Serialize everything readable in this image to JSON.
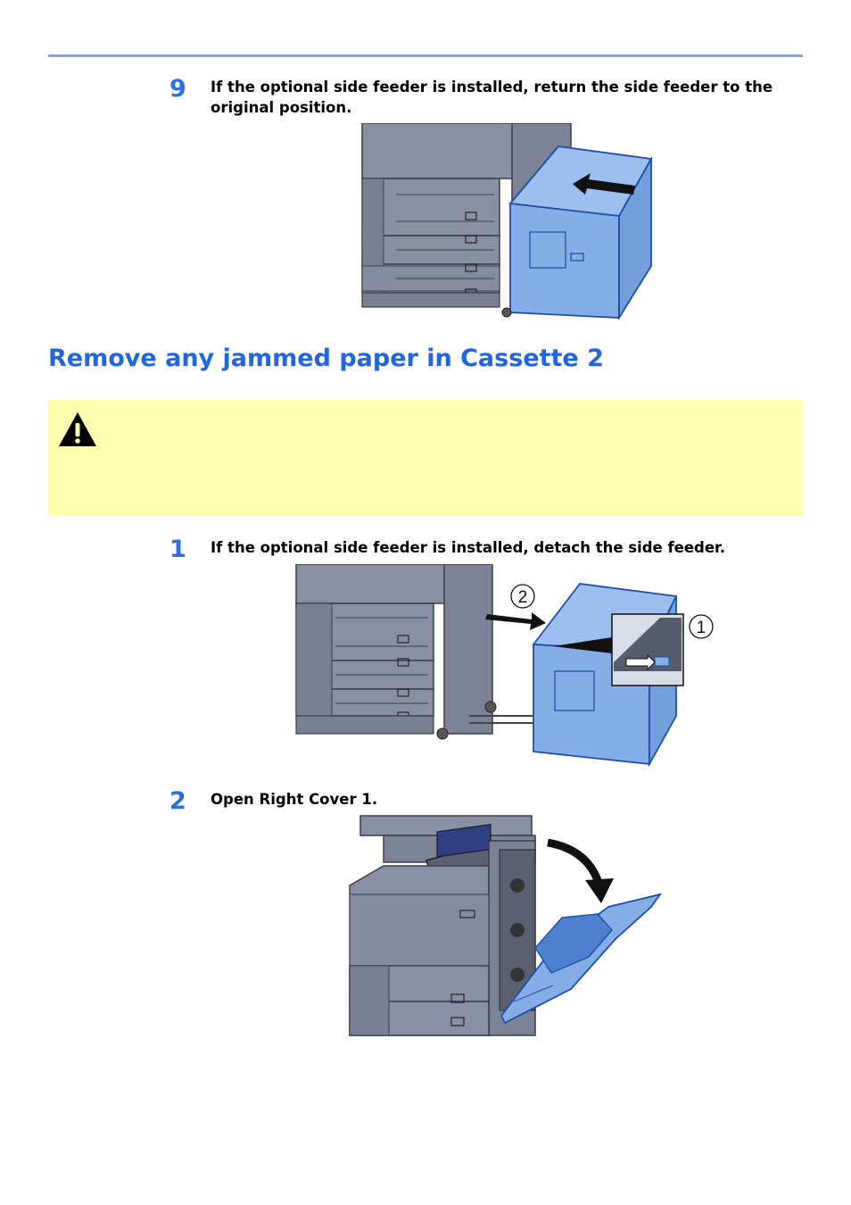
{
  "step9": {
    "number": "9",
    "text": "If the optional side feeder is installed, return the side feeder to the original position."
  },
  "section": {
    "title": "Remove any jammed paper in Cassette 2"
  },
  "caution": {
    "icon": "warning-icon",
    "background": "#ffffb0"
  },
  "step1": {
    "number": "1",
    "text": "If the optional side feeder is installed, detach the side feeder.",
    "callouts": [
      "2",
      "1"
    ]
  },
  "step2": {
    "number": "2",
    "text": "Open Right Cover 1."
  },
  "colors": {
    "accent": "#1f66e0",
    "rule": "#7fa7e6",
    "machine": "#868c9e",
    "feeder": "#86aee6"
  }
}
